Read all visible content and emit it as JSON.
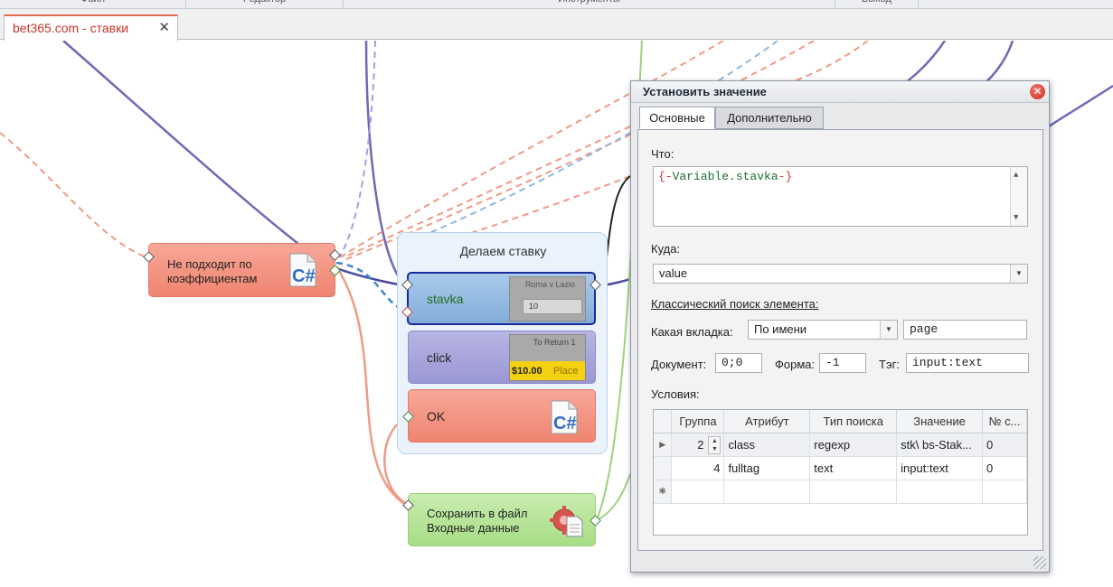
{
  "ribbon": {
    "groups": [
      "Файл",
      "Редактор",
      "Инструменты",
      "Выход"
    ]
  },
  "document_tab": {
    "label": "bet365.com - ставки",
    "close_symbol": "✕"
  },
  "canvas": {
    "group_title": "Делаем ставку",
    "nodes": {
      "not_fit": "Не подходит по коэффициентам",
      "stavka": "stavka",
      "click": "click",
      "ok": "OK",
      "save_file_line1": "Сохранить в файл",
      "save_file_line2": "Входные данные"
    },
    "thumb_stavka": {
      "title": "Roma v Lazio",
      "value": "10"
    },
    "thumb_click": {
      "title": "To Return 1",
      "amount": "$10.00",
      "action": "Place"
    }
  },
  "dialog": {
    "title": "Установить значение",
    "tabs": [
      "Основные",
      "Дополнительно"
    ],
    "what_label": "Что:",
    "what_value_open": "{-",
    "what_value_var": "Variable.stavka",
    "what_value_close": "-}",
    "where_label": "Куда:",
    "where_value": "value",
    "classic_search_label": "Классический поиск элемента:",
    "which_tab_label": "Какая вкладка:",
    "which_tab_mode": "По имени",
    "which_tab_value": "page",
    "document_label": "Документ:",
    "document_value": "0;0",
    "form_label": "Форма:",
    "form_value": "-1",
    "tag_label": "Тэг:",
    "tag_value": "input:text",
    "conditions_label": "Условия:",
    "grid": {
      "columns": [
        "Группа",
        "Атрибут",
        "Тип поиска",
        "Значение",
        "№ с..."
      ],
      "rows": [
        {
          "group": "2",
          "attribute": "class",
          "search_type": "regexp",
          "value": "stk\\ bs-Stak...",
          "num": "0"
        },
        {
          "group": "4",
          "attribute": "fulltag",
          "search_type": "text",
          "value": "input:text",
          "num": "0"
        }
      ],
      "new_row_symbol": "✱"
    }
  },
  "colors": {
    "wire_purple": "#6e69b6",
    "wire_salmon": "#ef9a86",
    "wire_light_blue": "#8db7df",
    "wire_green": "#9cd27f",
    "accent_red": "#c4332b"
  }
}
